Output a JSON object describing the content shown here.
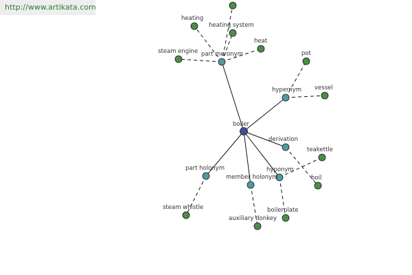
{
  "source_link": "http://www.artikata.com",
  "colors": {
    "center": "#3b4f9a",
    "relation": "#4f9aa0",
    "term": "#4f8c4a",
    "edge": "#111111"
  },
  "graph": {
    "center": {
      "id": "boiler",
      "label": "boiler"
    },
    "relations": [
      {
        "id": "part-meronym",
        "label": "part meronym"
      },
      {
        "id": "hypernym",
        "label": "hypernym"
      },
      {
        "id": "derivation",
        "label": "derivation"
      },
      {
        "id": "hyponym",
        "label": "hyponym"
      },
      {
        "id": "member-holonym",
        "label": "member holonym"
      },
      {
        "id": "part-holonym",
        "label": "part holonym"
      }
    ],
    "terms": [
      {
        "id": "top-term",
        "label": "",
        "relation": "part-meronym"
      },
      {
        "id": "heating",
        "label": "heating",
        "relation": "part-meronym"
      },
      {
        "id": "heating-system",
        "label": "heating system",
        "relation": "part-meronym"
      },
      {
        "id": "heat",
        "label": "heat",
        "relation": "part-meronym"
      },
      {
        "id": "steam-engine",
        "label": "steam engine",
        "relation": "part-meronym"
      },
      {
        "id": "pot",
        "label": "pot",
        "relation": "hypernym"
      },
      {
        "id": "vessel",
        "label": "vessel",
        "relation": "hypernym"
      },
      {
        "id": "teakettle",
        "label": "teakettle",
        "relation": "hyponym"
      },
      {
        "id": "boil",
        "label": "boil",
        "relation": "derivation"
      },
      {
        "id": "boilerplate",
        "label": "boilerplate",
        "relation": "hyponym"
      },
      {
        "id": "auxiliary-donkey",
        "label": "auxiliary donkey",
        "relation": "member-holonym"
      },
      {
        "id": "steam-whistle",
        "label": "steam whistle",
        "relation": "part-holonym"
      }
    ]
  }
}
